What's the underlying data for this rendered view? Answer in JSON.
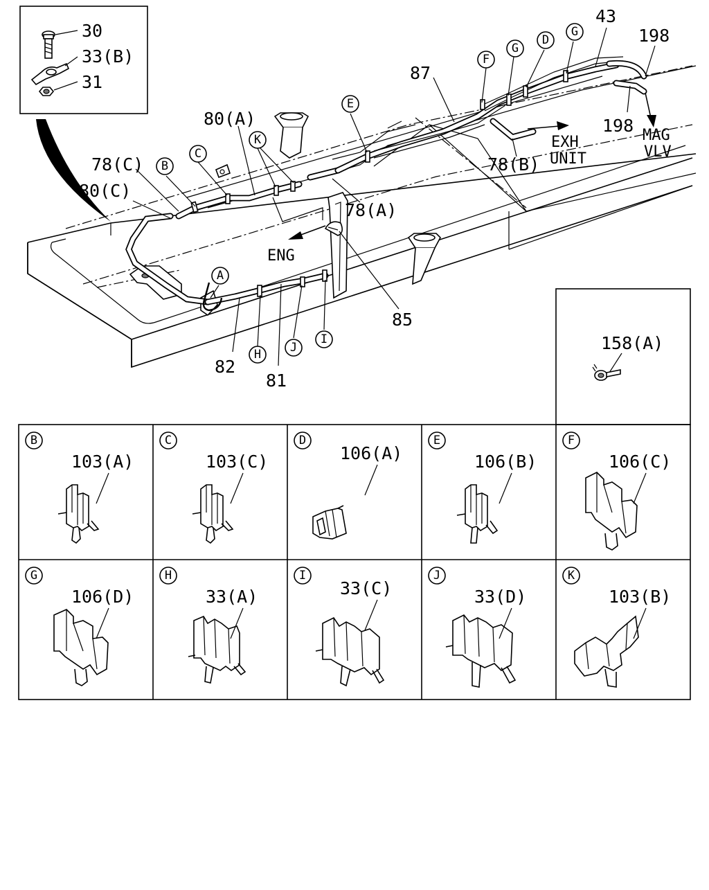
{
  "diagram": {
    "callouts": {
      "bolt": "30",
      "clip_33b": "33(B)",
      "nut": "31",
      "hose_80a": "80(A)",
      "hose_78c": "78(C)",
      "hose_80c": "80(C)",
      "hose_87": "87",
      "hose_43": "43",
      "p198_top": "198",
      "p198_bot": "198",
      "hose_78b": "78(B)",
      "hose_78a": "78(A)",
      "p85": "85",
      "p82": "82",
      "p81": "81"
    },
    "arrows": {
      "exh_line1": "EXH",
      "exh_line2": "UNIT",
      "mag_line1": "MAG",
      "mag_line2": "VLV",
      "eng": "ENG"
    },
    "markers": {
      "A": "A",
      "B": "B",
      "C": "C",
      "D": "D",
      "E": "E",
      "F": "F",
      "G1": "G",
      "G2": "G",
      "H": "H",
      "I": "I",
      "J": "J",
      "K": "K"
    },
    "inset_158": "158(A)"
  },
  "clip_grid": [
    {
      "letter": "B",
      "part": "103(A)"
    },
    {
      "letter": "C",
      "part": "103(C)"
    },
    {
      "letter": "D",
      "part": "106(A)"
    },
    {
      "letter": "E",
      "part": "106(B)"
    },
    {
      "letter": "F",
      "part": "106(C)"
    },
    {
      "letter": "G",
      "part": "106(D)"
    },
    {
      "letter": "H",
      "part": "33(A)"
    },
    {
      "letter": "I",
      "part": "33(C)"
    },
    {
      "letter": "J",
      "part": "33(D)"
    },
    {
      "letter": "K",
      "part": "103(B)"
    }
  ]
}
